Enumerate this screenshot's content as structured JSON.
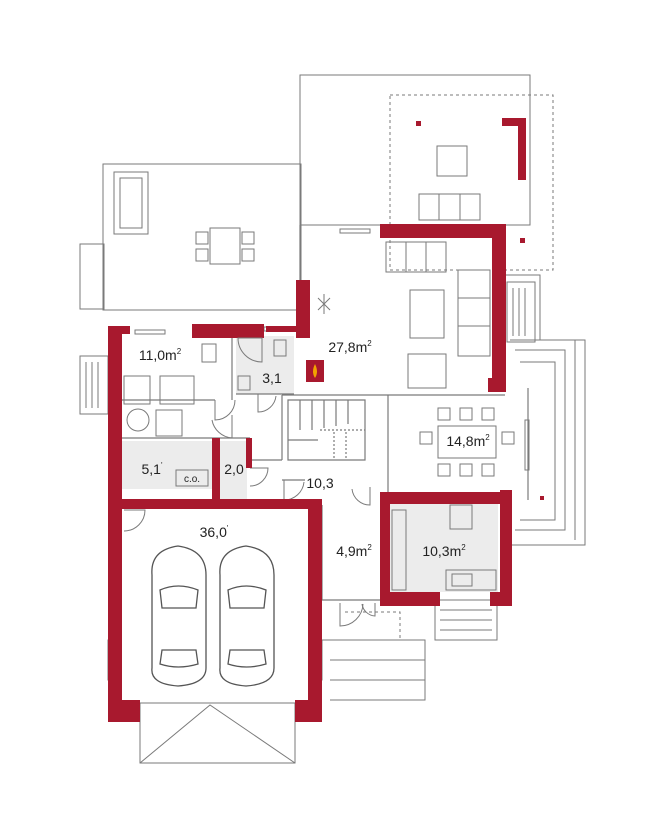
{
  "colors": {
    "wall": "#a8192e",
    "outline": "#7a7a7a",
    "room_fill": "#ececec",
    "background": "#ffffff"
  },
  "rooms": {
    "living": {
      "value": "27,8",
      "unit": "m",
      "sup": "2"
    },
    "office": {
      "value": "11,0",
      "unit": "m",
      "sup": "2"
    },
    "bathroom": {
      "value": "3,1"
    },
    "dining": {
      "value": "14,8",
      "unit": "m",
      "sup": "2"
    },
    "boiler": {
      "value": "5,1",
      "sup": "'"
    },
    "storage": {
      "value": "2,0"
    },
    "hall": {
      "value": "10,3"
    },
    "garage": {
      "value": "36,0",
      "sup": "'"
    },
    "vestibule": {
      "value": "4,9",
      "unit": "m",
      "sup": "2"
    },
    "kitchen": {
      "value": "10,3",
      "unit": "m",
      "sup": "2"
    }
  },
  "labels": {
    "co": "c.o."
  }
}
